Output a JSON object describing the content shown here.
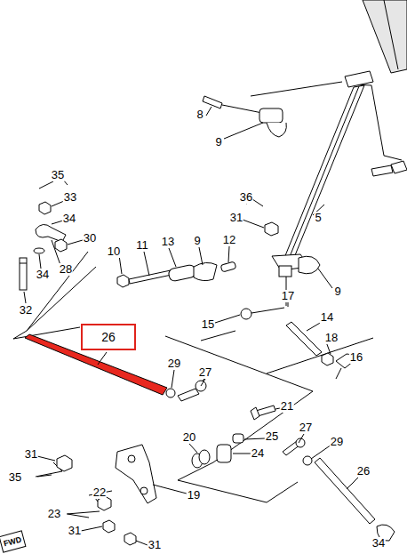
{
  "diagram": {
    "nodes": [
      {
        "text": [
          "26"
        ]
      }
    ],
    "labels": [
      "35",
      "33",
      "34",
      "30",
      "28",
      "34",
      "32",
      "8",
      "9",
      "36",
      "31",
      "5",
      "10",
      "11",
      "13",
      "9",
      "12",
      "9",
      "17",
      "14",
      "15",
      "18",
      "16",
      "29",
      "27",
      "21",
      "20",
      "25",
      "24",
      "27",
      "29",
      "26",
      "31",
      "35",
      "22",
      "19",
      "23",
      "31",
      "31",
      "34",
      "FWD"
    ]
  }
}
